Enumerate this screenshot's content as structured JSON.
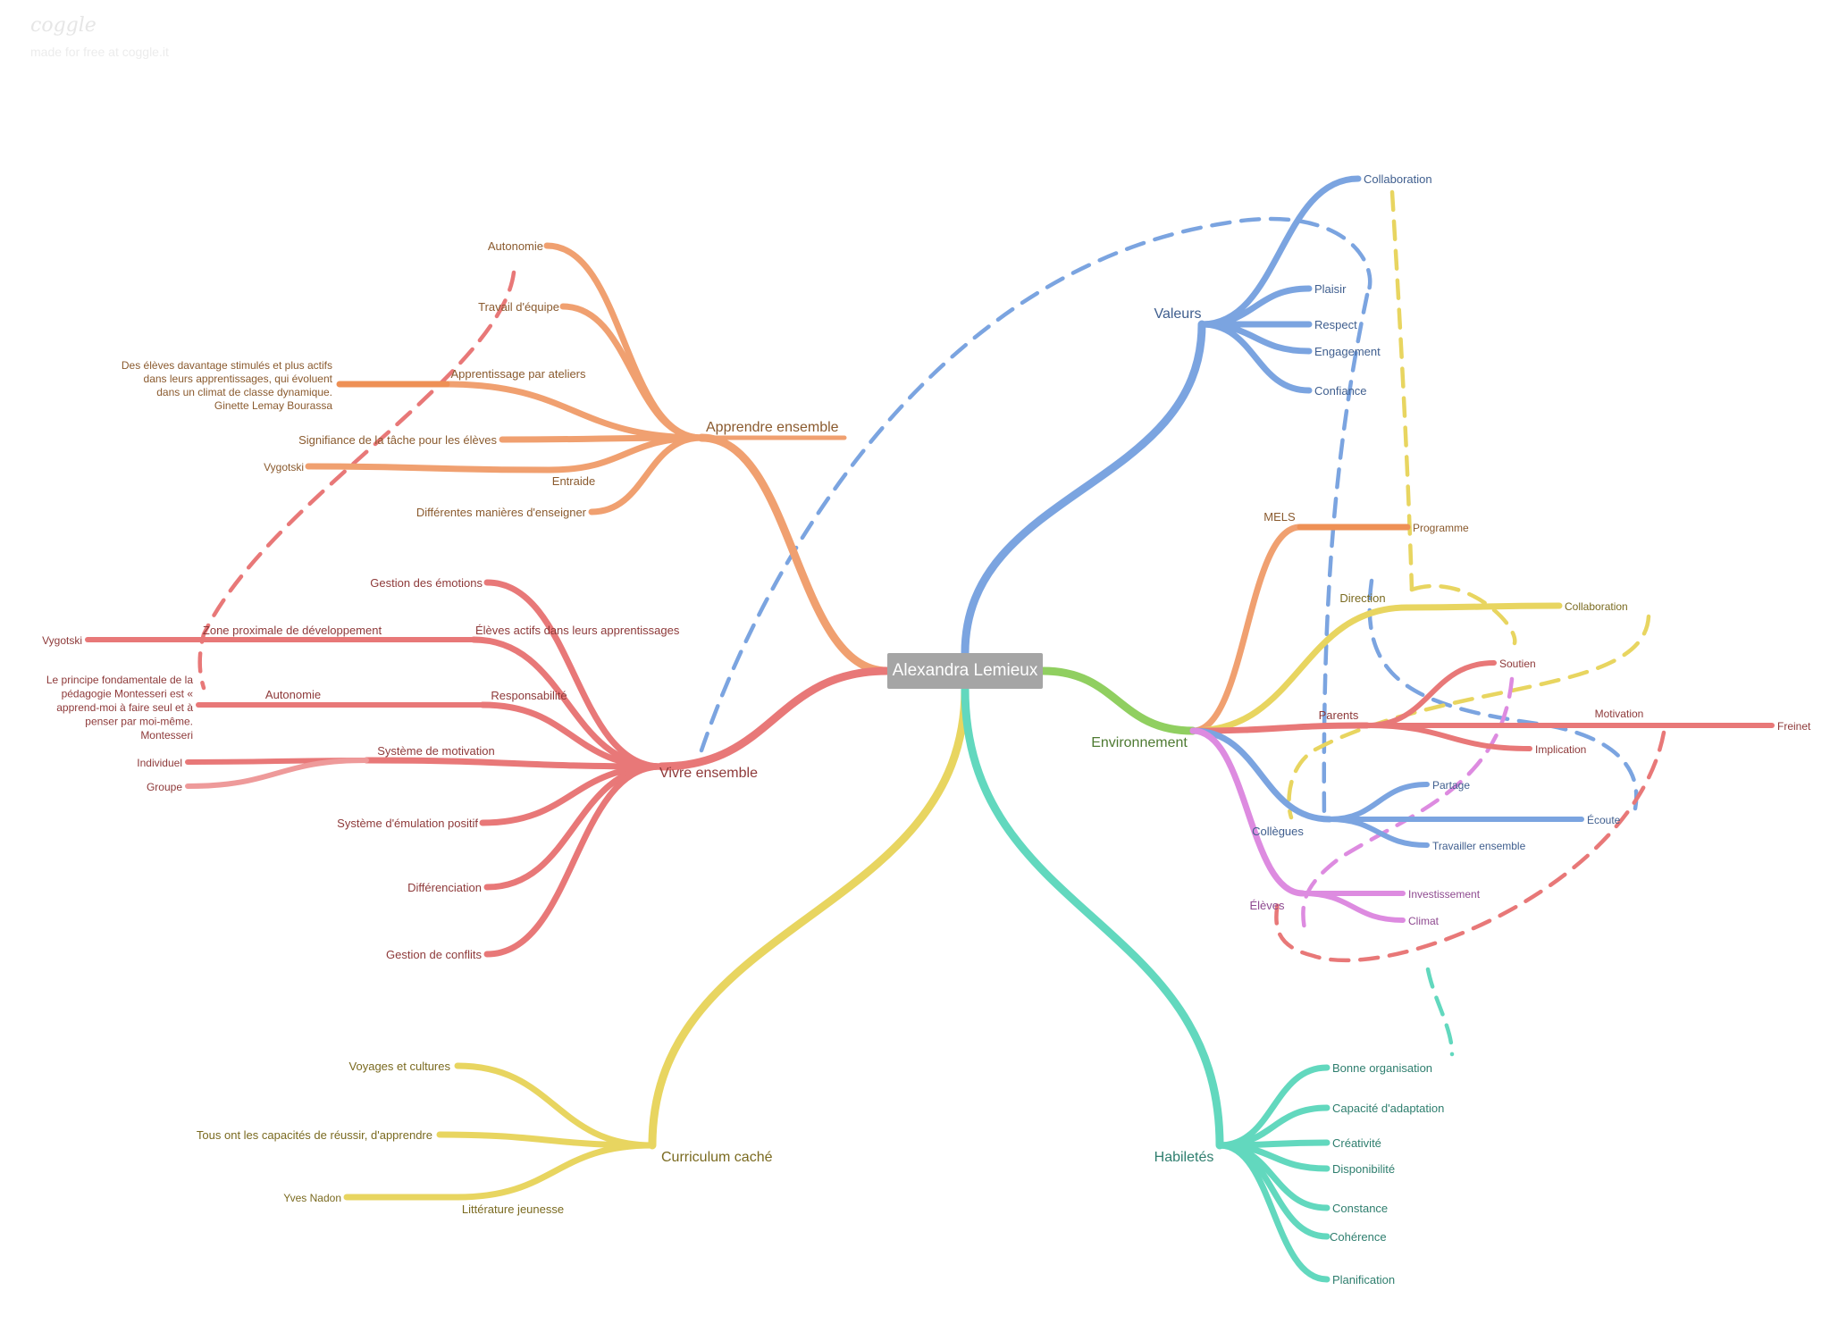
{
  "branding": {
    "logo": "coggle",
    "tagline": "made for free at coggle.it"
  },
  "root_label": "Alexandra Lemieux",
  "colors": {
    "orange": "#F0A070",
    "orange_deep": "#EE9055",
    "red": "#E87878",
    "blue": "#7BA4E0",
    "yellow": "#E8D560",
    "teal": "#62D8BE",
    "green": "#90CF60",
    "purple": "#DD8BE0"
  },
  "branches": {
    "apprendre": {
      "label": "Apprendre ensemble",
      "items": {
        "autonomie": "Autonomie",
        "travail": "Travail d'équipe",
        "ateliers": "Apprentissage par ateliers",
        "ateliers_note": [
          "Des élèves davantage stimulés et plus actifs",
          "dans leurs apprentissages, qui évoluent",
          "dans un climat de classe dynamique.",
          "Ginette Lemay Bourassa"
        ],
        "signifiance": "Signifiance de la tâche pour les élèves",
        "entraide": "Entraide",
        "vygotski": "Vygotski",
        "manieres": "Différentes manières d'enseigner"
      }
    },
    "vivre": {
      "label": "Vivre ensemble",
      "items": {
        "emotions": "Gestion des émotions",
        "actifs": "Élèves actifs dans leurs apprentissages",
        "zpd": "Zone proximale de développement",
        "vygotski": "Vygotski",
        "responsabilite": "Responsabilité",
        "autonomie": "Autonomie",
        "montessori_note": [
          "Le principe fondamentale de la",
          "pédagogie Montesseri est «",
          "apprend-moi à faire seul et à",
          "penser par moi-même.",
          "Montesseri"
        ],
        "motivation": "Système de motivation",
        "individuel": "Individuel",
        "groupe": "Groupe",
        "emulation": "Système d'émulation positif",
        "differenciation": "Différenciation",
        "conflits": "Gestion de conflits"
      }
    },
    "curriculum": {
      "label": "Curriculum caché",
      "items": {
        "voyages": "Voyages et cultures",
        "capacites": "Tous ont les capacités de réussir, d'apprendre",
        "litterature": "Littérature jeunesse",
        "nadon": "Yves Nadon"
      }
    },
    "valeurs": {
      "label": "Valeurs",
      "items": {
        "collaboration": "Collaboration",
        "plaisir": "Plaisir",
        "respect": "Respect",
        "engagement": "Engagement",
        "confiance": "Confiance"
      }
    },
    "environnement": {
      "label": "Environnement",
      "items": {
        "mels": "MELS",
        "programme": "Programme",
        "direction": "Direction",
        "collaboration": "Collaboration",
        "parents": "Parents",
        "soutien": "Soutien",
        "motivation": "Motivation",
        "freinet": "Freinet",
        "implication": "Implication",
        "collegues": "Collègues",
        "partage": "Partage",
        "ecoute": "Écoute",
        "travailler": "Travailler ensemble",
        "eleves": "Élèves",
        "investissement": "Investissement",
        "climat": "Climat"
      }
    },
    "habiletes": {
      "label": "Habiletés",
      "items": {
        "organisation": "Bonne organisation",
        "adaptation": "Capacité d'adaptation",
        "creativite": "Créativité",
        "disponibilite": "Disponibilité",
        "constance": "Constance",
        "coherence": "Cohérence",
        "planification": "Planification"
      }
    }
  }
}
